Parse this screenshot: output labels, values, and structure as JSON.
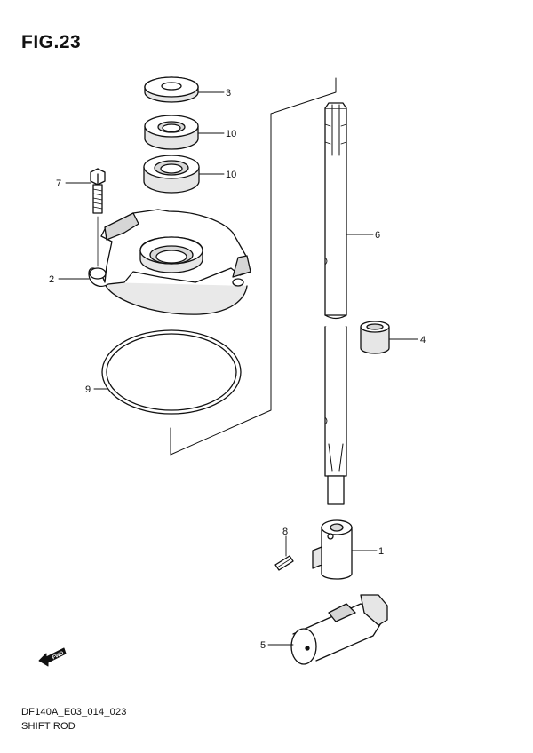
{
  "figure": {
    "title": "FIG.23",
    "code": "DF140A_E03_014_023",
    "name": "SHIFT ROD"
  },
  "callouts": {
    "p3": "3",
    "p10a": "10",
    "p10b": "10",
    "p7": "7",
    "p6": "6",
    "p2": "2",
    "p4": "4",
    "p9": "9",
    "p8": "8",
    "p1": "1",
    "p5": "5"
  },
  "fwd_marker": {
    "label": "FWD",
    "icon": "fwd-arrow-icon"
  },
  "colors": {
    "line": "#111111",
    "shade": "#cfcfcf",
    "fill": "#ffffff"
  }
}
